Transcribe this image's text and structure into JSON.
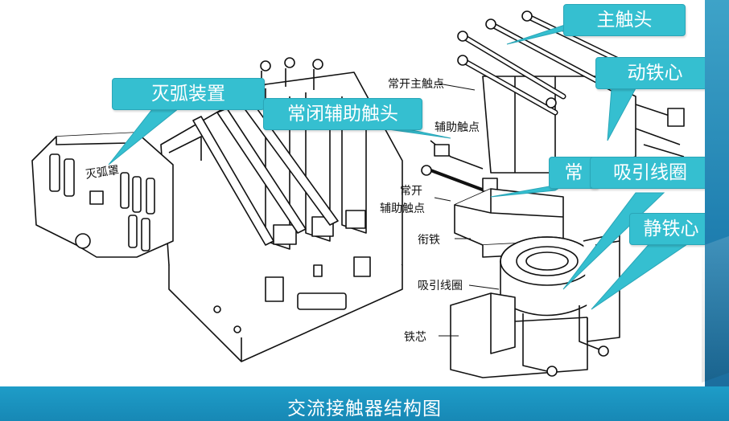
{
  "slide": {
    "title": "交流接触器结构图",
    "accent_color": "#1e9dc8",
    "callout_color": "#35bfd0"
  },
  "callouts": {
    "main_contact": "主触头",
    "moving_core": "动铁心",
    "arc_device": "灭弧装置",
    "nc_aux_contact": "常闭辅助触头",
    "coil": "吸引线圈",
    "static_core": "静铁心",
    "partial": "常"
  },
  "diagram_labels": {
    "arc_cover": "灭弧罩",
    "no_main_point": "常开主触点",
    "aux_point": "辅助触点",
    "no_prefix": "常开",
    "no_aux_point": "辅助触点",
    "armature": "衔铁",
    "coil": "吸引线圈",
    "iron_core": "铁芯"
  }
}
